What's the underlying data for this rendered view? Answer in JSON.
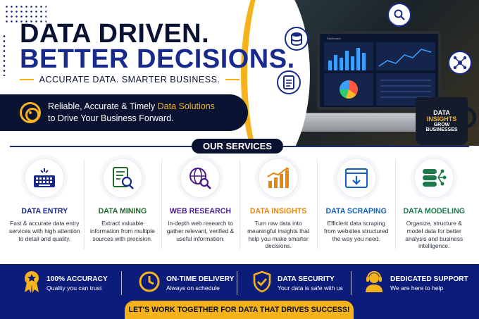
{
  "hero": {
    "title_line1": "DATA DRIVEN.",
    "title_line2": "BETTER DECISIONS.",
    "tagline": "ACCURATE DATA. SMARTER BUSINESS.",
    "banner_line1_pre": "Reliable, Accurate & Timely ",
    "banner_line1_highlight": "Data Solutions",
    "banner_line2": "to Drive Your Business Forward."
  },
  "photo": {
    "screen_title": "Dashboard",
    "mug_line1": "DATA",
    "mug_line2": "INSIGHTS",
    "mug_line3": "GROW",
    "mug_line4": "BUSINESSES",
    "icons": [
      "search-icon",
      "database-icon",
      "document-icon",
      "network-icon"
    ]
  },
  "services_heading": "OUR SERVICES",
  "services": [
    {
      "title": "DATA ENTRY",
      "desc": "Fast & accurate data entry services with high attention to detail and quality.",
      "color": "#1a2a8c",
      "icon": "keyboard-icon"
    },
    {
      "title": "DATA MINING",
      "desc": "Extract valuable information from multiple sources with precision.",
      "color": "#1f6b2a",
      "icon": "document-search-icon"
    },
    {
      "title": "WEB RESEARCH",
      "desc": "In-depth web research to gather relevant, verified & useful information.",
      "color": "#4a1a8c",
      "icon": "globe-search-icon"
    },
    {
      "title": "DATA INSIGHTS",
      "desc": "Turn raw data into meaningful insights that help you make smarter decisions.",
      "color": "#e8860c",
      "icon": "bar-chart-icon"
    },
    {
      "title": "DATA SCRAPING",
      "desc": "Efficient data scraping from websites structured the way you need.",
      "color": "#1560bd",
      "icon": "download-icon"
    },
    {
      "title": "DATA MODELING",
      "desc": "Organize, structure & model data for better analysis and business intelligence.",
      "color": "#1e7a4a",
      "icon": "database-network-icon"
    }
  ],
  "features": [
    {
      "title": "100% ACCURACY",
      "sub": "Quality you can trust",
      "icon": "medal-icon"
    },
    {
      "title": "ON-TIME DELIVERY",
      "sub": "Always on schedule",
      "icon": "clock-icon"
    },
    {
      "title": "DATA SECURITY",
      "sub": "Your data is safe with us",
      "icon": "shield-check-icon"
    },
    {
      "title": "DEDICATED SUPPORT",
      "sub": "We are here to help",
      "icon": "support-agent-icon"
    }
  ],
  "cta": "LET'S WORK TOGETHER FOR DATA THAT DRIVES SUCCESS!",
  "colors": {
    "navy": "#0a1232",
    "blue": "#1a2a8c",
    "gold": "#f5b21a",
    "footer": "#0c1c7a"
  }
}
